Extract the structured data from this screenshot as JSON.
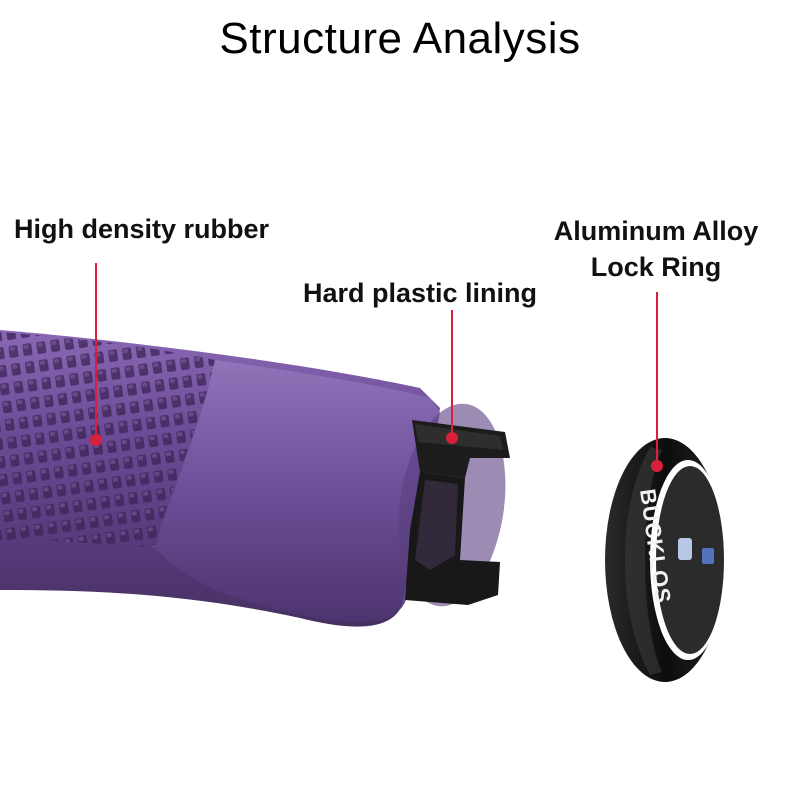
{
  "title": "Structure Analysis",
  "labels": {
    "rubber": "High density rubber",
    "lining": "Hard plastic lining",
    "ring_line1": "Aluminum Alloy",
    "ring_line2": "Lock Ring"
  },
  "brand": "BUCKLOS",
  "colors": {
    "grip_purple": "#6b4a93",
    "grip_dark": "#4f3470",
    "pointer_red": "#d9203a",
    "ring_black": "#111111",
    "lining_black": "#1c1c1c"
  }
}
